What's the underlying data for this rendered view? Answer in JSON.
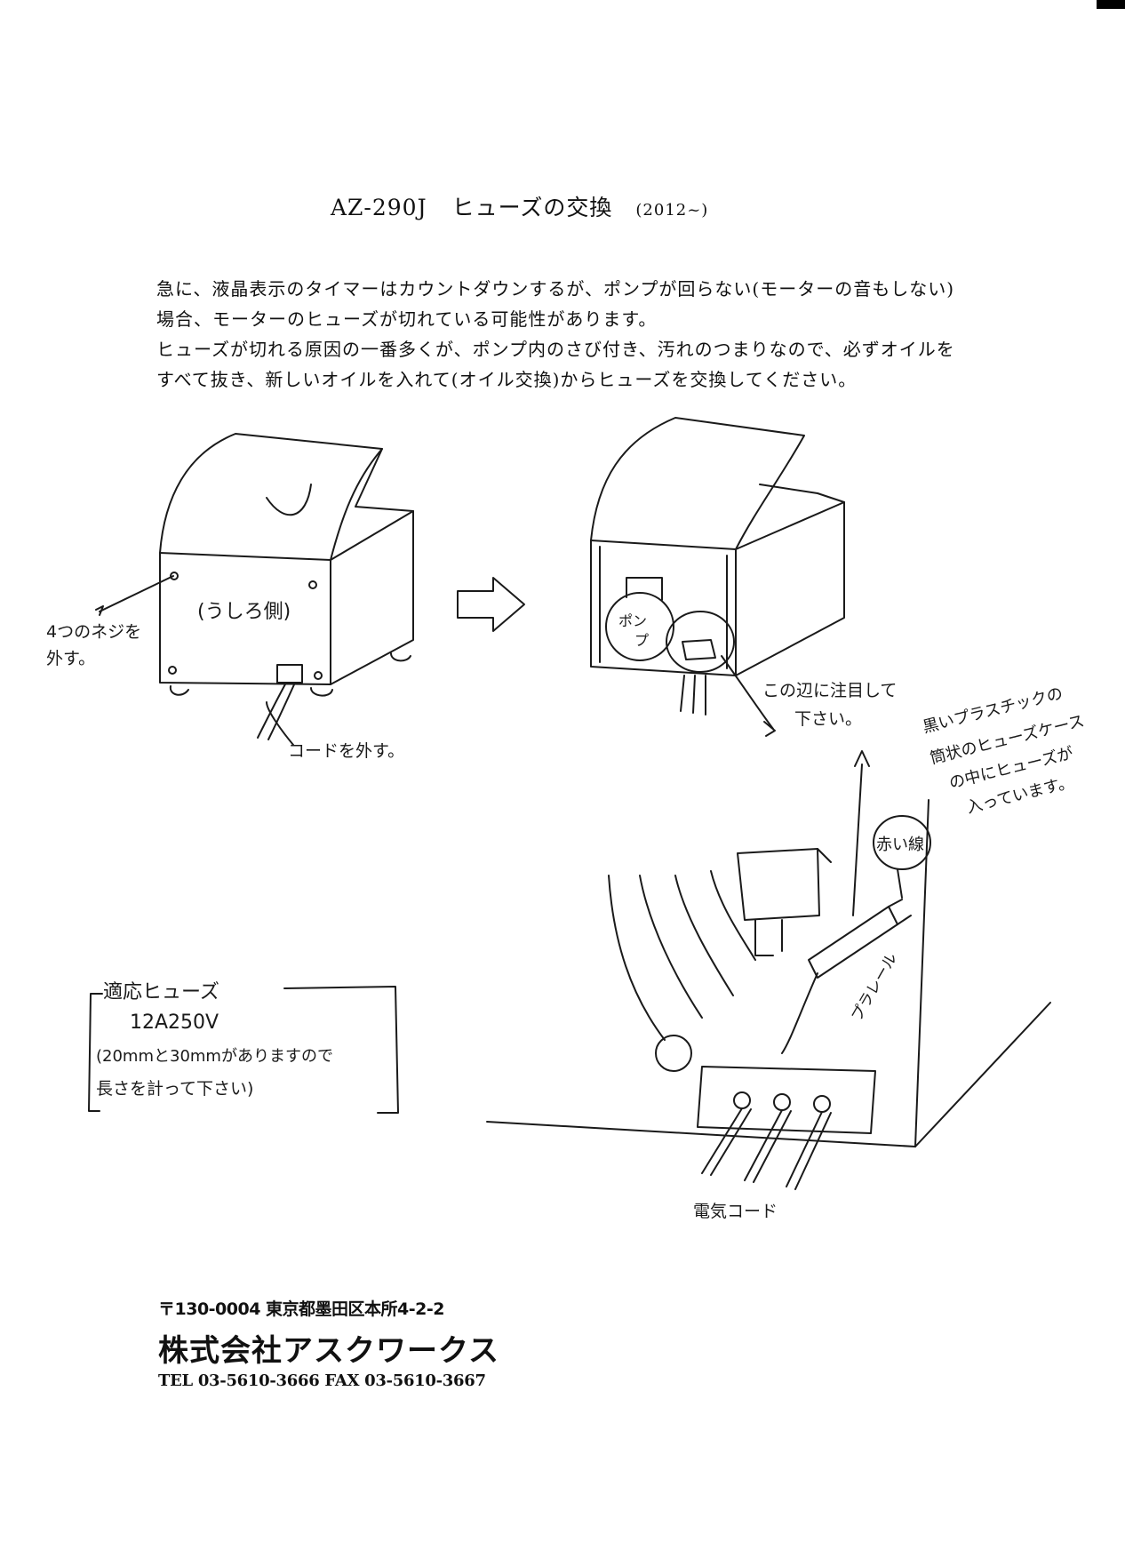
{
  "header": {
    "model": "AZ-290J",
    "title": "ヒューズの交換",
    "subtitle": "(2012~)"
  },
  "intro": {
    "paragraph1": "急に、液晶表示のタイマーはカウントダウンするが、ポンプが回らない(モーターの音もしない)場合、モーターのヒューズが切れている可能性があります。",
    "paragraph2": "ヒューズが切れる原因の一番多くが、ポンプ内のさび付き、汚れのつまりなので、必ずオイルをすべて抜き、新しいオイルを入れて(オイル交換)からヒューズを交換してください。"
  },
  "diagram_left": {
    "back_label": "(うしろ側)",
    "screws_note_1": "4つのネジを",
    "screws_note_2": "外す。",
    "cord_note": "コードを外す。"
  },
  "diagram_right": {
    "pump_label_1": "ポン",
    "pump_label_2": "プ",
    "attention_1": "この辺に注目して",
    "attention_2": "下さい。"
  },
  "diagram_closeup": {
    "holder_note_1": "黒いプラスチックの",
    "holder_note_2": "筒状のヒューズケース",
    "holder_note_3": "の中にヒューズが",
    "holder_note_4": "入っています。",
    "red_wire": "赤い線",
    "plate_rail": "プラレール",
    "power_cord": "電気コード"
  },
  "fuse_spec": {
    "line1": "適応ヒューズ",
    "line2": "12A250V",
    "line3": "(20mmと30mmがありますので",
    "line4": "長さを計って下さい)"
  },
  "footer": {
    "address": "〒130-0004 東京都墨田区本所4-2-2",
    "company": "株式会社アスクワークス",
    "tel": "TEL 03-5610-3666 FAX 03-5610-3667"
  }
}
